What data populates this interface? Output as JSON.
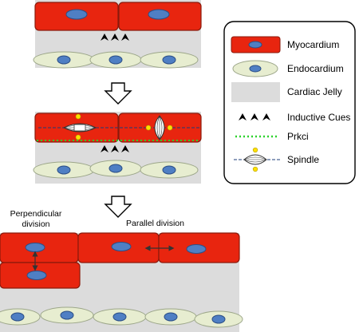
{
  "legend": {
    "items": [
      {
        "label": "Myocardium",
        "icon": "myocardium-icon"
      },
      {
        "label": "Endocardium",
        "icon": "endocardium-icon"
      },
      {
        "label": "Cardiac Jelly",
        "icon": "cardiac-jelly-icon"
      },
      {
        "label": "Inductive Cues",
        "icon": "inductive-cues-icon"
      },
      {
        "label": "Prkci",
        "icon": "prkci-icon"
      },
      {
        "label": "Spindle",
        "icon": "spindle-icon"
      }
    ]
  },
  "annotations": {
    "perpendicular": "Perpendicular division",
    "parallel": "Parallel division"
  },
  "colors": {
    "myocardium": "#e8250f",
    "myocardium_stroke": "#8a1a0c",
    "nucleus": "#4f7fc4",
    "endocardium": "#e7edd0",
    "endocardium_stroke": "#9da78a",
    "cardiac_jelly": "#dcdcdc",
    "prkci": "#2bd12b",
    "spindle_pole": "#ffe000"
  }
}
